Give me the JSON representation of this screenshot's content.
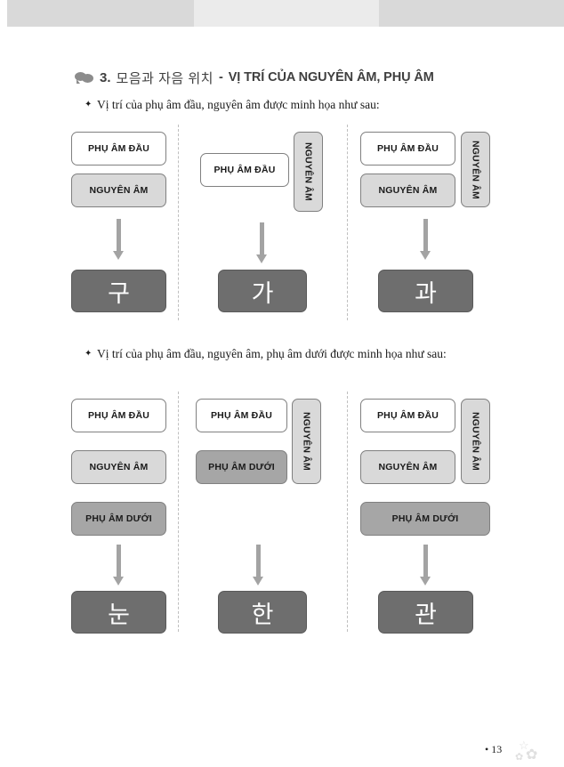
{
  "page": {
    "number_label": "• 13",
    "colors": {
      "box_white": "#ffffff",
      "box_light_gray": "#d9d9d9",
      "box_mid_gray": "#a6a6a6",
      "box_dark_gray": "#6e6e6e",
      "border": "#808080",
      "arrow": "#a3a3a3",
      "divider": "#bfbfbf",
      "heading_text": "#3f3f3f"
    }
  },
  "heading": {
    "icon": "speech-bubble-icon",
    "number": "3.",
    "korean": "모음과 자음 위치",
    "separator": "-",
    "vietnamese": "VỊ TRÍ CỦA NGUYÊN ÂM, PHỤ ÂM"
  },
  "bullets": {
    "first": "Vị trí của phụ âm đầu, nguyên âm được minh họa như sau:",
    "second": "Vị trí của phụ âm đầu, nguyên âm, phụ âm dưới được minh họa như sau:"
  },
  "labels": {
    "initial_consonant": "PHỤ ÂM ĐẦU",
    "vowel": "NGUYÊN ÂM",
    "final_consonant": "PHỤ ÂM DƯỚI"
  },
  "group1": {
    "columns": [
      {
        "id": "col-1",
        "boxes": [
          {
            "name": "initial-consonant-box",
            "label": "PHỤ ÂM ĐẦU",
            "style": "white"
          },
          {
            "name": "vowel-box",
            "label": "NGUYÊN ÂM",
            "style": "light"
          }
        ],
        "result": "구"
      },
      {
        "id": "col-2",
        "boxes": [
          {
            "name": "initial-consonant-box",
            "label": "PHỤ ÂM ĐẦU",
            "style": "white"
          },
          {
            "name": "vowel-box-vertical",
            "label": "NGUYÊN ÂM",
            "style": "light"
          }
        ],
        "result": "가"
      },
      {
        "id": "col-3",
        "boxes": [
          {
            "name": "initial-consonant-box",
            "label": "PHỤ ÂM ĐẦU",
            "style": "white"
          },
          {
            "name": "vowel-box",
            "label": "NGUYÊN ÂM",
            "style": "light"
          },
          {
            "name": "vowel-box-vertical",
            "label": "NGUYÊN ÂM",
            "style": "light"
          }
        ],
        "result": "과"
      }
    ]
  },
  "group2": {
    "columns": [
      {
        "id": "col-1",
        "boxes": [
          {
            "name": "initial-consonant-box",
            "label": "PHỤ ÂM ĐẦU",
            "style": "white"
          },
          {
            "name": "vowel-box",
            "label": "NGUYÊN ÂM",
            "style": "light"
          },
          {
            "name": "final-consonant-box",
            "label": "PHỤ ÂM DƯỚI",
            "style": "mid"
          }
        ],
        "result": "눈"
      },
      {
        "id": "col-2",
        "boxes": [
          {
            "name": "initial-consonant-box",
            "label": "PHỤ ÂM ĐẦU",
            "style": "white"
          },
          {
            "name": "final-consonant-box",
            "label": "PHỤ ÂM DƯỚI",
            "style": "mid"
          },
          {
            "name": "vowel-box-vertical",
            "label": "NGUYÊN ÂM",
            "style": "light"
          }
        ],
        "result": "한"
      },
      {
        "id": "col-3",
        "boxes": [
          {
            "name": "initial-consonant-box",
            "label": "PHỤ ÂM ĐẦU",
            "style": "white"
          },
          {
            "name": "vowel-box",
            "label": "NGUYÊN ÂM",
            "style": "light"
          },
          {
            "name": "vowel-box-vertical",
            "label": "NGUYÊN ÂM",
            "style": "light"
          },
          {
            "name": "final-consonant-box",
            "label": "PHỤ ÂM DƯỚI",
            "style": "mid"
          }
        ],
        "result": "관"
      }
    ]
  }
}
